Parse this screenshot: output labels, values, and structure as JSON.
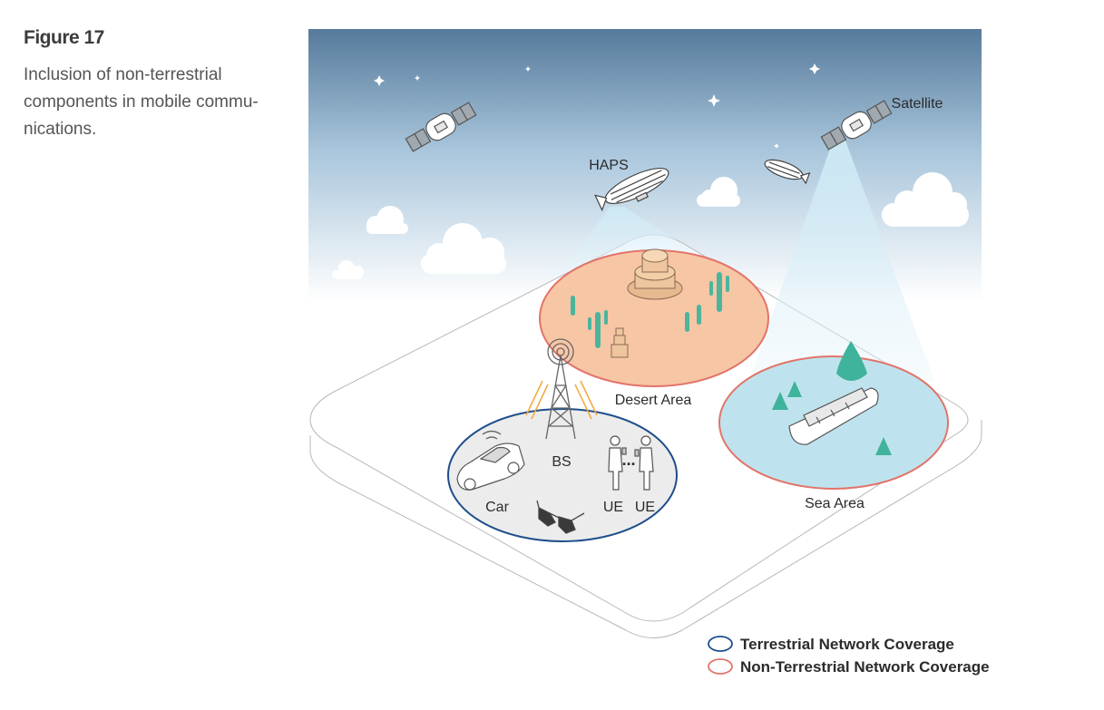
{
  "caption": {
    "title": "Figure 17",
    "description_lines": [
      "Inclusion of non-terrestrial",
      "components in mobile commu-",
      "nications."
    ]
  },
  "labels": {
    "satellite": "Satellite",
    "haps": "HAPS",
    "desert": "Desert Area",
    "sea": "Sea Area",
    "bs": "BS",
    "car": "Car",
    "ue1": "UE",
    "ue2": "UE",
    "ellipsis": "..."
  },
  "legend": {
    "terrestrial": "Terrestrial Network Coverage",
    "non_terrestrial": "Non-Terrestrial Network Coverage"
  },
  "colors": {
    "terrestrial": "#1f4e8c",
    "non_terrestrial": "#e2746a",
    "sky_top": "#567a9b",
    "desert_fill": "#f7c6a5",
    "sea_fill": "#bfe3ee",
    "cactus": "#4bb59d",
    "beam": "#cde9f5"
  },
  "icons": [
    "satellite-icon",
    "airship-icon",
    "tower-icon",
    "car-icon",
    "person-icon",
    "glasses-icon",
    "ship-icon",
    "rock-formation-icon",
    "cactus-icon",
    "cloud-icon",
    "star-icon"
  ]
}
